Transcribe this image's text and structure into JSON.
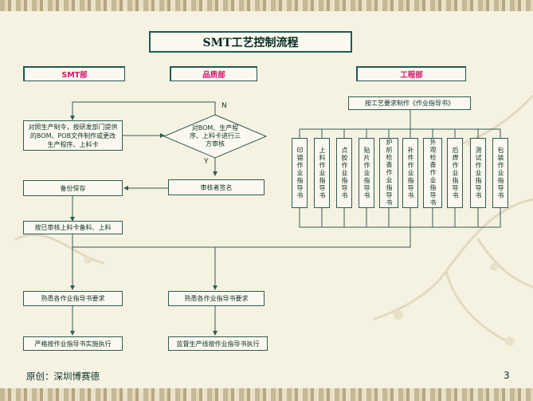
{
  "title": "SMT工艺控制流程",
  "departments": {
    "smt": "SMT部",
    "quality": "品质部",
    "engineering": "工程部"
  },
  "smt_steps": {
    "apply": "对照生产制令，按研发部门提供的BOM、POB文件制作或更改生产程序、上料卡",
    "backup": "备份保存",
    "prepare": "按已审核上料卡备料、上料",
    "familiarize": "熟悉各作业指导书要求",
    "execute": "严格按作业指导书实施执行"
  },
  "quality_steps": {
    "decision": "对BOM、生产程序、上料卡进行三方审核",
    "sign": "审核者签名",
    "familiarize": "熟悉各作业指导书要求",
    "supervise": "监督生产线按作业指导书执行"
  },
  "decision_labels": {
    "no": "N",
    "yes": "Y"
  },
  "engineering": {
    "make": "按工艺要求制作《作业指导书》",
    "guides": [
      "印锡作业指导书",
      "上料作业指导书",
      "点胶作业指导书",
      "贴片作业指导书",
      "炉前检查作业指导书",
      "补件作业指导书",
      "外观检查作业指导书",
      "后焊作业指导书",
      "测试作业指导书",
      "包装作业指导书"
    ]
  },
  "footer": {
    "credit": "原创：深圳博赛德",
    "page": "3"
  },
  "colors": {
    "background": "#f6f2e2",
    "line": "#2d5d54",
    "dept_text": "#d4146b"
  }
}
